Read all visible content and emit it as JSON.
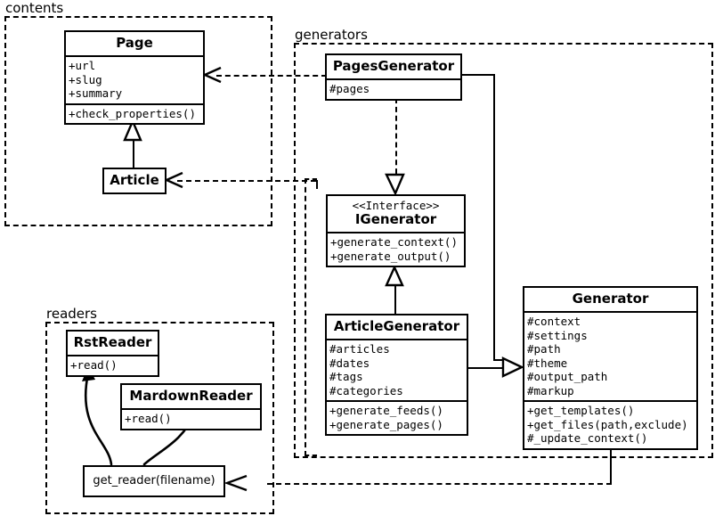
{
  "diagram": {
    "title": "Pelican architecture UML class diagram",
    "type": "uml-class-diagram",
    "stroke_color": "#000000",
    "background_color": "#ffffff"
  },
  "packages": [
    {
      "id": "contents",
      "label": "contents"
    },
    {
      "id": "generators",
      "label": "generators"
    },
    {
      "id": "readers",
      "label": "readers"
    }
  ],
  "classes": {
    "page": {
      "name": "Page",
      "attributes": [
        "+url",
        "+slug",
        "+summary"
      ],
      "methods": [
        "+check_properties()"
      ]
    },
    "article": {
      "name": "Article",
      "attributes": [],
      "methods": []
    },
    "pages_generator": {
      "name": "PagesGenerator",
      "attributes": [
        "#pages"
      ],
      "methods": []
    },
    "igenerator": {
      "stereotype": "<<Interface>>",
      "name": "IGenerator",
      "attributes": [],
      "methods": [
        "+generate_context()",
        "+generate_output()"
      ]
    },
    "article_generator": {
      "name": "ArticleGenerator",
      "attributes": [
        "#articles",
        "#dates",
        "#tags",
        "#categories"
      ],
      "methods": [
        "+generate_feeds()",
        "+generate_pages()"
      ]
    },
    "generator": {
      "name": "Generator",
      "attributes": [
        "#context",
        "#settings",
        "#path",
        "#theme",
        "#output_path",
        "#markup"
      ],
      "methods": [
        "+get_templates()",
        "+get_files(path,exclude)",
        "#_update_context()"
      ]
    },
    "rst_reader": {
      "name": "RstReader",
      "attributes": [],
      "methods": [
        "+read()"
      ]
    },
    "mardown_reader": {
      "name": "MardownReader",
      "attributes": [],
      "methods": [
        "+read()"
      ]
    },
    "get_reader": {
      "name": "get_reader(filename)",
      "attributes": [],
      "methods": []
    }
  },
  "relations": [
    {
      "id": "article-inherits-page",
      "from": "Article",
      "to": "Page",
      "type": "generalization"
    },
    {
      "id": "pagesgenerator-realizes-igenerator",
      "from": "PagesGenerator",
      "to": "IGenerator",
      "type": "realization"
    },
    {
      "id": "articlegenerator-realizes-igenerator",
      "from": "ArticleGenerator",
      "to": "IGenerator",
      "type": "generalization"
    },
    {
      "id": "pagesgenerator-inherits-generator",
      "from": "PagesGenerator",
      "to": "Generator",
      "type": "generalization"
    },
    {
      "id": "articlegenerator-inherits-generator",
      "from": "ArticleGenerator",
      "to": "Generator",
      "type": "generalization"
    },
    {
      "id": "pagesgenerator-uses-page",
      "from": "PagesGenerator",
      "to": "Page",
      "type": "dependency"
    },
    {
      "id": "articlegenerator-uses-article",
      "from": "ArticleGenerator",
      "to": "Article",
      "type": "dependency"
    },
    {
      "id": "generator-uses-get-reader",
      "from": "Generator",
      "to": "get_reader(filename)",
      "type": "dependency"
    },
    {
      "id": "get-reader-returns-rstreader",
      "from": "get_reader(filename)",
      "to": "RstReader",
      "type": "association"
    },
    {
      "id": "get-reader-returns-mardownreader",
      "from": "get_reader(filename)",
      "to": "MardownReader",
      "type": "association"
    }
  ]
}
